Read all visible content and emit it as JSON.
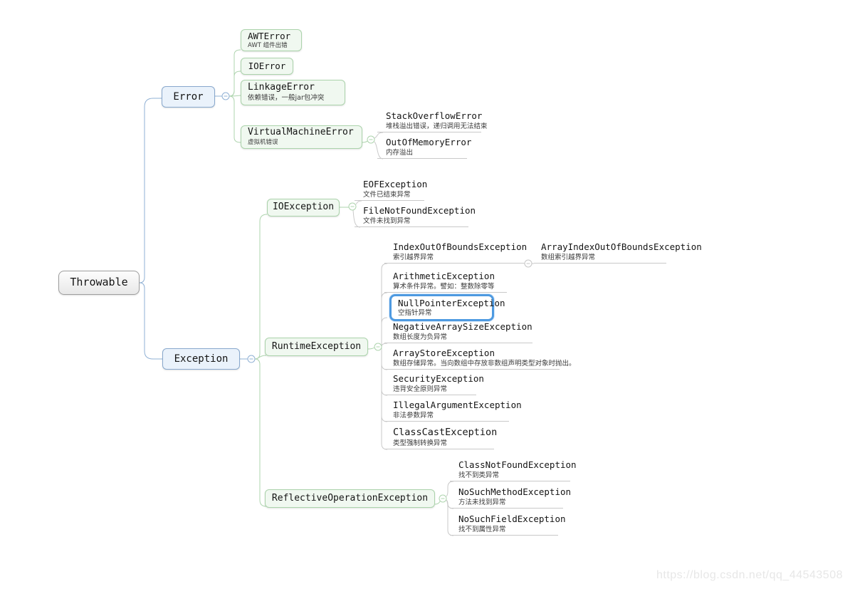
{
  "watermark": "https://blog.csdn.net/qq_44543508",
  "colors": {
    "selection_blue": "#4e9ae1",
    "branch_blue": "#8fb0d4",
    "branch_green": "#aed4ae",
    "line_gray": "#c9c9c9",
    "blue_node_fill": "#eaf2fb",
    "green_node_fill": "#f0f8f0"
  },
  "nodes": {
    "throwable": {
      "label": "Throwable"
    },
    "error": {
      "label": "Error"
    },
    "exception": {
      "label": "Exception"
    },
    "awterror": {
      "label": "AWTError",
      "desc": "AWT 组件出错"
    },
    "ioerror": {
      "label": "IOError"
    },
    "linkageerror": {
      "label": "LinkageError",
      "desc": "依赖错误，一般jar包冲突"
    },
    "virtualmachineerror": {
      "label": "VirtualMachineError",
      "desc": "虚拟机错误"
    },
    "stackoverflowerror": {
      "label": "StackOverflowError",
      "desc": "堆栈溢出错误，递归调用无法结束"
    },
    "outofmemoryerror": {
      "label": "OutOfMemoryError",
      "desc": "内存溢出"
    },
    "ioexception": {
      "label": "IOException"
    },
    "eofexception": {
      "label": "EOFException",
      "desc": "文件已结束异常"
    },
    "filenotfoundexception": {
      "label": "FileNotFoundException",
      "desc": "文件未找到异常"
    },
    "runtimeexception": {
      "label": "RuntimeException"
    },
    "indexoutofboundsexception": {
      "label": "IndexOutOfBoundsException",
      "desc": "索引越界异常"
    },
    "arrayindexoutofboundsexception": {
      "label": "ArrayIndexOutOfBoundsException",
      "desc": "数组索引越界异常"
    },
    "arithmeticexception": {
      "label": "ArithmeticException",
      "desc": "算术条件异常。譬如：整数除零等"
    },
    "nullpointerexception": {
      "label": "NullPointerException",
      "desc": "空指针异常"
    },
    "negativearraysizeexception": {
      "label": "NegativeArraySizeException",
      "desc": "数组长度为负异常"
    },
    "arraystoreexception": {
      "label": "ArrayStoreException",
      "desc": "数组存储异常。当向数组中存放非数组声明类型对象时抛出。"
    },
    "securityexception": {
      "label": "SecurityException",
      "desc": "违背安全原则异常"
    },
    "illegalargumentexception": {
      "label": "IllegalArgumentException",
      "desc": "非法参数异常"
    },
    "classcastexception": {
      "label": "ClassCastException",
      "desc": "类型强制转换异常"
    },
    "reflectiveoperationexception": {
      "label": "ReflectiveOperationException"
    },
    "classnotfoundexception": {
      "label": "ClassNotFoundException",
      "desc": "找不到类异常"
    },
    "nosuchmethodexception": {
      "label": "NoSuchMethodException",
      "desc": "方法未找到异常"
    },
    "nosuchfieldexception": {
      "label": "NoSuchFieldException",
      "desc": "找不到属性异常"
    }
  }
}
